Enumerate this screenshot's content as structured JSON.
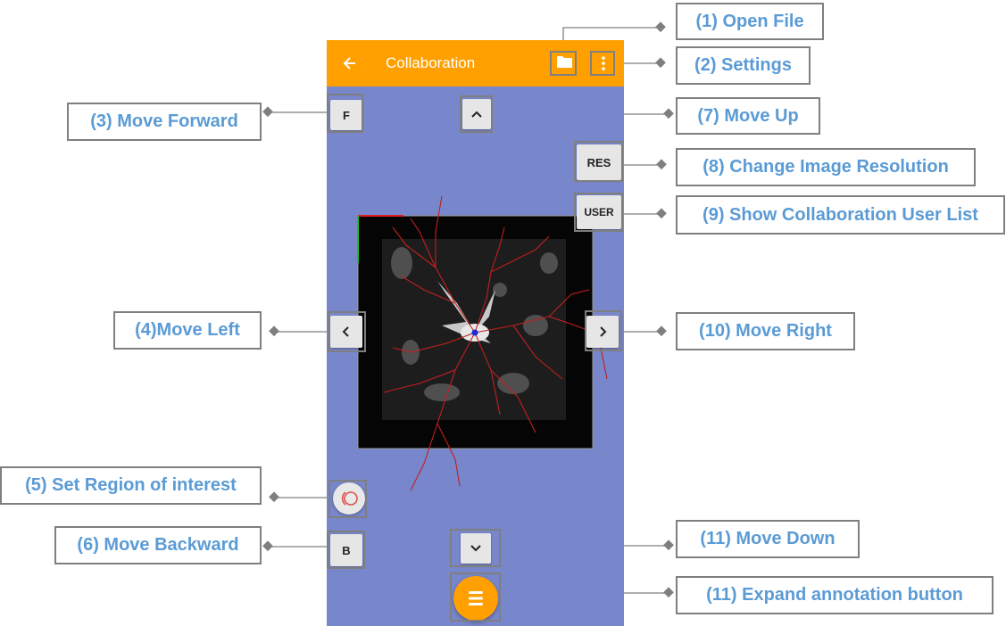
{
  "app": {
    "title": "Collaboration",
    "back_icon": "arrow-left-icon"
  },
  "buttons": {
    "forward": "F",
    "backward": "B",
    "resolution": "RES",
    "user": "USER",
    "up": "^",
    "down": "v",
    "left": "<",
    "right": ">"
  },
  "callouts": {
    "open_file": "(1) Open File",
    "settings": "(2) Settings",
    "move_forward": "(3) Move Forward",
    "move_left": "(4)Move Left",
    "set_roi": "(5) Set Region of interest",
    "move_backward": "(6) Move Backward",
    "move_up": "(7) Move Up",
    "change_res": "(8) Change Image Resolution",
    "show_users": "(9) Show Collaboration User List",
    "move_right": "(10) Move Right",
    "move_down": "(11) Move Down",
    "expand_annotation": "(11) Expand annotation button"
  },
  "colors": {
    "app_bar": "#ffa000",
    "canvas_bg": "#7886cb",
    "callout_text": "#5b9bd5",
    "neuron_trace": "#c0201e"
  }
}
